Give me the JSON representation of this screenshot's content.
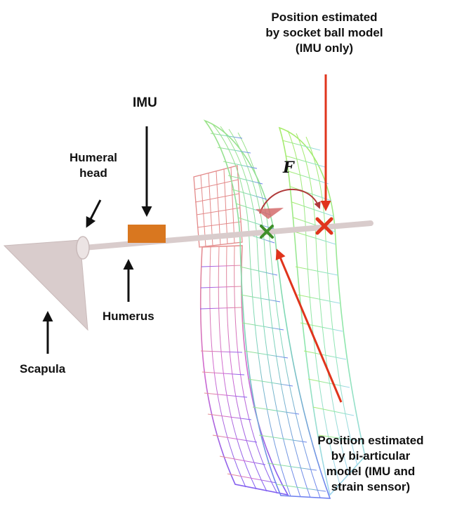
{
  "labels": {
    "socket_ball": [
      "Position estimated",
      "by socket ball model",
      "(IMU only)"
    ],
    "imu": "IMU",
    "humeral_head": [
      "Humeral",
      "head"
    ],
    "force": "F",
    "humerus": "Humerus",
    "scapula": "Scapula",
    "bi_articular": [
      "Position estimated",
      "by bi-articular",
      "model (IMU and",
      "strain sensor)"
    ]
  },
  "colors": {
    "arrow": "#111111",
    "red_arrow": "#e0341c",
    "socket_ball_marker": "#e0341c",
    "bi_articular_marker": "#3f8f2a",
    "bone": "#d9cccc",
    "imu_box": "#d9771f",
    "force_arc": "#b03a3a",
    "surface_top": "#8ee68a",
    "surface_bottom": "#6a7cf0",
    "surface_left": "#d95ec8",
    "surface_back": "#e38a8a"
  },
  "icons": {
    "socket_ball_marker": "x-mark-icon",
    "bi_articular_marker": "x-mark-icon"
  }
}
